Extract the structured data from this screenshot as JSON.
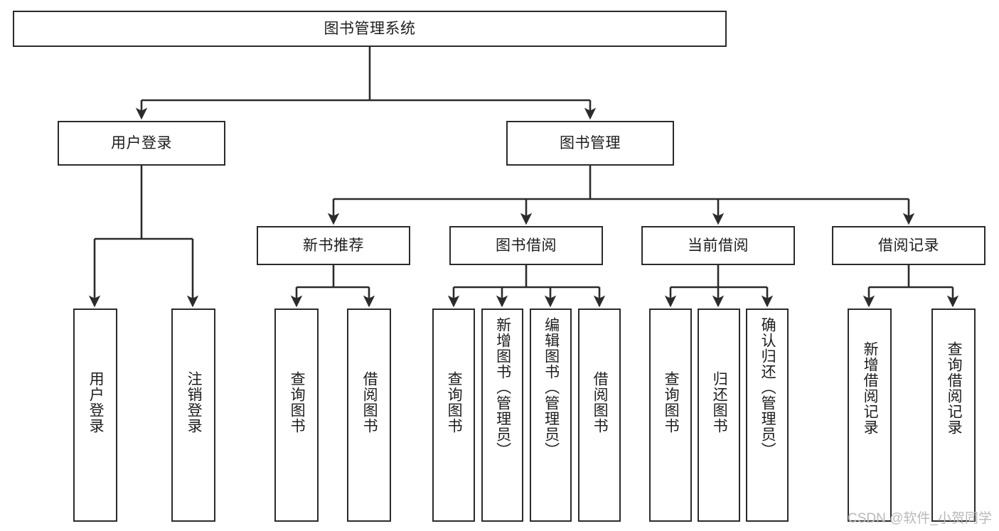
{
  "diagram": {
    "title": "图书管理系统",
    "watermark": "CSDN @软件_小贺同学",
    "line_color": "#2b2b2b",
    "box_border_color": "#2b2b2b",
    "box_fill_color": "#ffffff",
    "text_color": "#1d1d1d",
    "background_color": "#ffffff"
  },
  "nodes": {
    "root": {
      "label": "图书管理系统"
    },
    "level1": [
      {
        "label": "用户登录"
      },
      {
        "label": "图书管理"
      }
    ],
    "level2": [
      {
        "label": "新书推荐"
      },
      {
        "label": "图书借阅"
      },
      {
        "label": "当前借阅"
      },
      {
        "label": "借阅记录"
      }
    ],
    "leaves": {
      "user_login": [
        {
          "label": "用户登录"
        },
        {
          "label": "注销登录"
        }
      ],
      "new_book": [
        {
          "label": "查询图书"
        },
        {
          "label": "借阅图书"
        }
      ],
      "borrow_book": [
        {
          "label": "查询图书"
        },
        {
          "label": "新增图书（管理员）"
        },
        {
          "label": "编辑图书（管理员）"
        },
        {
          "label": "借阅图书"
        }
      ],
      "current_borrow": [
        {
          "label": "查询图书"
        },
        {
          "label": "归还图书"
        },
        {
          "label": "确认归还（管理员）"
        }
      ],
      "borrow_record": [
        {
          "label": "新增借阅记录"
        },
        {
          "label": "查询借阅记录"
        }
      ]
    }
  }
}
